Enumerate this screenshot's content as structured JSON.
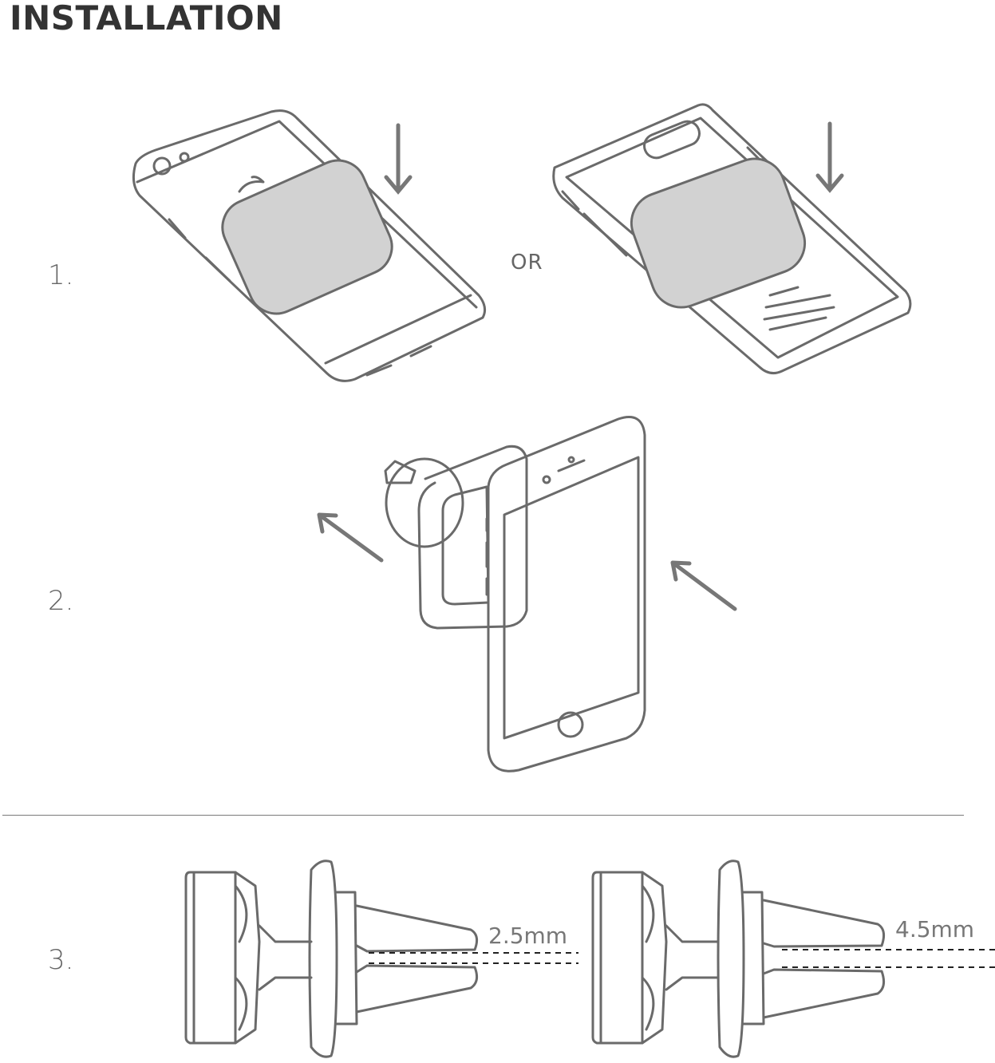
{
  "title": "INSTALLATION",
  "steps": [
    {
      "number": "1."
    },
    {
      "number": "2."
    },
    {
      "number": "3."
    }
  ],
  "or_label": "OR",
  "clip_gap_small": "2.5mm",
  "clip_gap_large": "4.5mm",
  "colors": {
    "line": "#6a6a6a",
    "pad": "#d2d2d2",
    "text": "#555555"
  }
}
